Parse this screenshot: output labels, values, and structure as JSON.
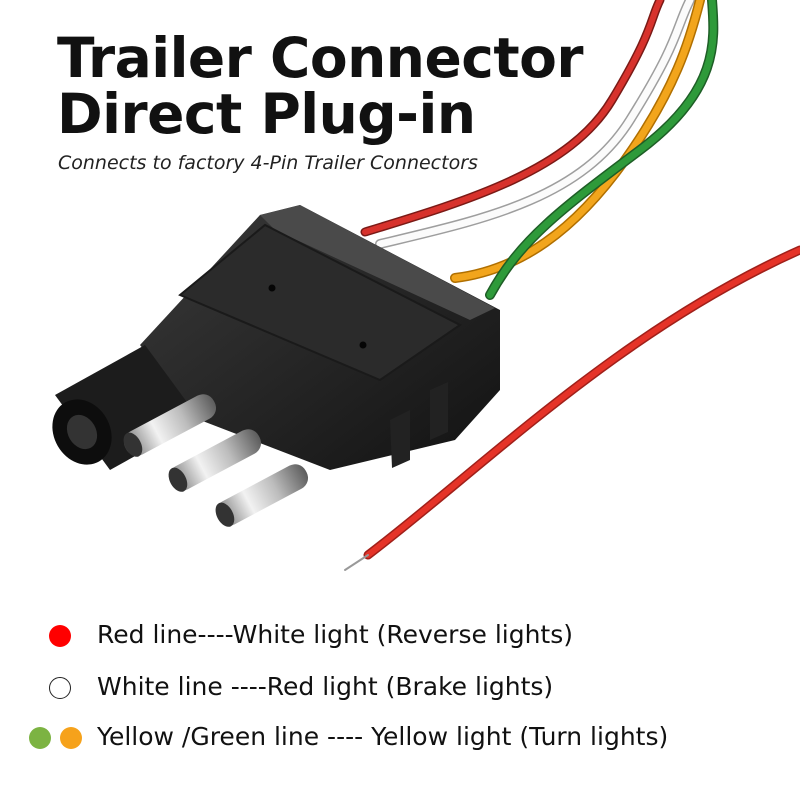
{
  "heading": {
    "line1": "Trailer Connector",
    "line2": "Direct Plug-in",
    "subtitle": "Connects to factory 4-Pin Trailer Connectors"
  },
  "product_image": {
    "icon": "4-pin-trailer-connector",
    "wire_colors": [
      "#d7322c",
      "#ffffff",
      "#2e9a3a",
      "#f2a51c"
    ]
  },
  "legend": [
    {
      "dot_colors": [
        "#ff0000"
      ],
      "text": "Red line----White light (Reverse lights)"
    },
    {
      "dot_colors": [
        "#ffffff"
      ],
      "text": "White line ----Red light (Brake lights)"
    },
    {
      "dot_colors": [
        "#7cb342",
        "#f6a21b"
      ],
      "text": "Yellow /Green line ---- Yellow light (Turn lights)"
    }
  ]
}
